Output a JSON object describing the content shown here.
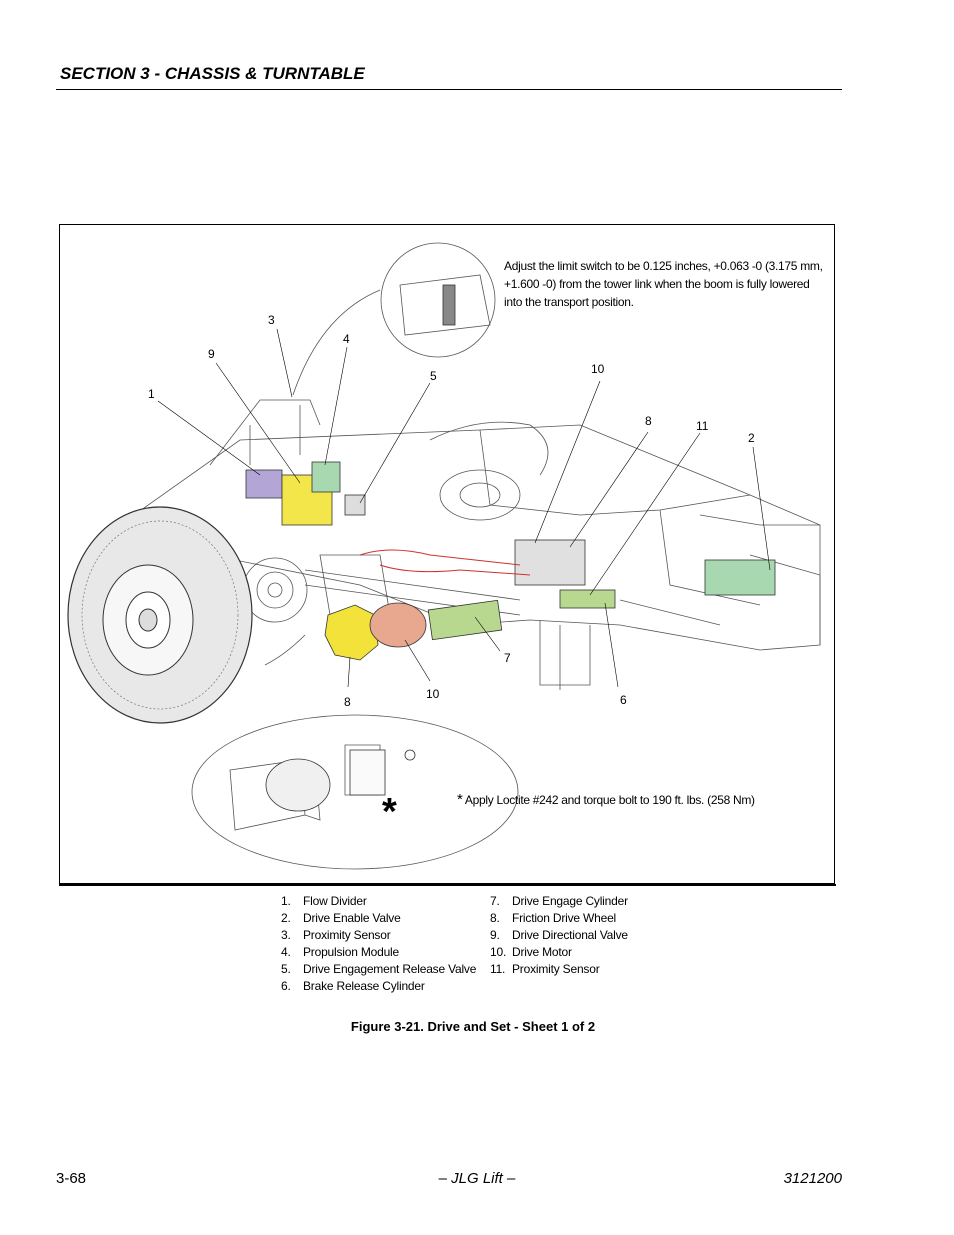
{
  "header": {
    "section_title": "SECTION 3 - CHASSIS & TURNTABLE"
  },
  "figure": {
    "note_top": "Adjust the limit switch to be 0.125 inches, +0.063 -0 (3.175 mm, +1.600 -0) from the tower link when the boom is fully lowered into the transport position.",
    "note_bottom_asterisk": "*",
    "note_bottom": "Apply Loctite #242 and torque bolt to 190 ft. lbs. (258 Nm)",
    "detail_asterisk": "*",
    "callouts": [
      "1",
      "9",
      "3",
      "4",
      "5",
      "10",
      "8",
      "11",
      "2",
      "7",
      "6",
      "8",
      "10"
    ]
  },
  "legend": {
    "left": [
      {
        "num": "1.",
        "label": "Flow Divider"
      },
      {
        "num": "2.",
        "label": "Drive Enable Valve"
      },
      {
        "num": "3.",
        "label": "Proximity Sensor"
      },
      {
        "num": "4.",
        "label": "Propulsion Module"
      },
      {
        "num": "5.",
        "label": "Drive Engagement Release Valve"
      },
      {
        "num": "6.",
        "label": "Brake Release Cylinder"
      }
    ],
    "right": [
      {
        "num": "7.",
        "label": "Drive Engage Cylinder"
      },
      {
        "num": "8.",
        "label": "Friction Drive Wheel"
      },
      {
        "num": "9.",
        "label": "Drive Directional Valve"
      },
      {
        "num": "10.",
        "label": "Drive Motor"
      },
      {
        "num": "11.",
        "label": "Proximity Sensor"
      }
    ]
  },
  "caption": "Figure 3-21.  Drive and Set - Sheet 1 of 2",
  "footer": {
    "page_number": "3-68",
    "center": "– JLG Lift –",
    "doc_number": "3121200"
  },
  "colors": {
    "flow_divider": "#b3a6d6",
    "valve_yellow": "#f2e64a",
    "module_green": "#a8d8b0",
    "drive_wheel_yellow": "#f2e23a",
    "motor_salmon": "#e8a890",
    "cylinder_green": "#b8d890",
    "hose_red": "#d03030"
  }
}
